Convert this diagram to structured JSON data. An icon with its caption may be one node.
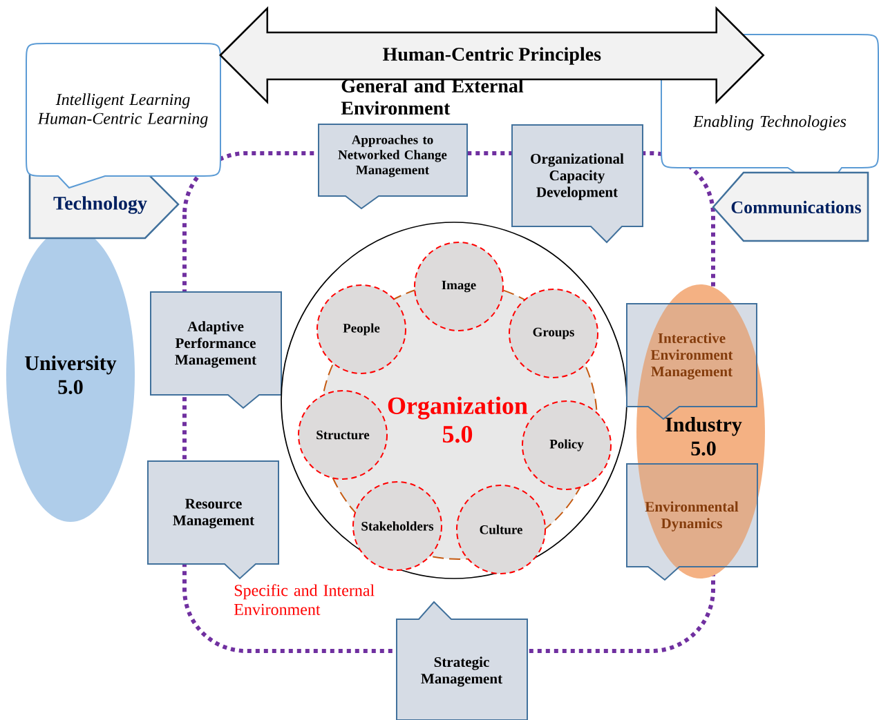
{
  "diagram": {
    "nodes": [
      {
        "text": [
          "Intelligent Learning Human-Centric Learning"
        ]
      },
      {
        "text": [
          "Enabling Technologies"
        ]
      },
      {
        "text": [
          "Technology"
        ]
      },
      {
        "text": [
          "Approaches to Networked Change Management"
        ]
      },
      {
        "text": [
          "Organizational Capacity Development"
        ]
      },
      {
        "text": [
          "Communications"
        ]
      },
      {
        "text": [
          "University 5.0"
        ]
      },
      {
        "text": [
          "Adaptive Performance Management"
        ]
      },
      {
        "text": [
          "Organization 5.0"
        ]
      },
      {
        "text": [
          "Image"
        ],
        "in": 8
      },
      {
        "text": [
          "People"
        ],
        "in": 8
      },
      {
        "text": [
          "Groups"
        ],
        "in": 8
      },
      {
        "text": [
          "Structure"
        ],
        "in": 8
      },
      {
        "text": [
          "Policy"
        ],
        "in": 8
      },
      {
        "text": [
          "Stakeholders"
        ],
        "in": 8
      },
      {
        "text": [
          "Culture"
        ],
        "in": 8
      },
      {
        "text": [
          "Interactive Environment Management"
        ]
      },
      {
        "text": [
          "Industry 5.0"
        ]
      },
      {
        "text": [
          "Environmental Dynamics"
        ]
      },
      {
        "text": [
          "Resource Management"
        ]
      },
      {
        "text": [
          "Strategic Management"
        ]
      }
    ],
    "edges": [
      {
        "from": 0,
        "to": 1,
        "arrow": "both",
        "label": "Human-Centric Principles"
      }
    ],
    "labels": [
      "General and External Environment",
      "Specific and Internal Environment"
    ]
  }
}
